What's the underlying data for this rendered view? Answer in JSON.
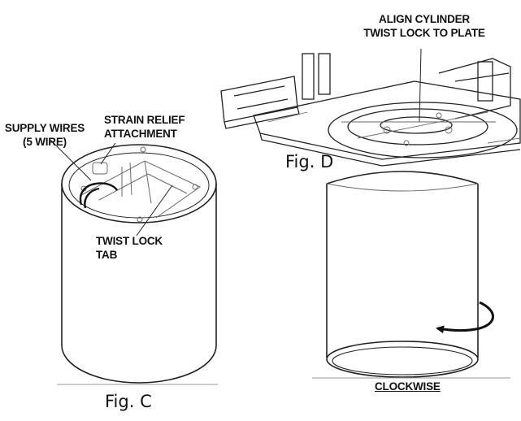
{
  "labels": {
    "supply_wires_line1": "SUPPLY WIRES",
    "supply_wires_line2": "(5 WIRE)",
    "strain_relief_line1": "STRAIN RELIEF",
    "strain_relief_line2": "ATTACHMENT",
    "twist_lock_tab_line1": "TWIST LOCK",
    "twist_lock_tab_line2": "TAB",
    "align_line1": "ALIGN CYLINDER",
    "align_line2": "TWIST LOCK TO PLATE",
    "clockwise": "CLOCKWISE"
  },
  "figures": {
    "fig_c": "Fig. C",
    "fig_d": "Fig. D"
  },
  "colors": {
    "line": "#222222",
    "detail": "#6a6a6a"
  }
}
